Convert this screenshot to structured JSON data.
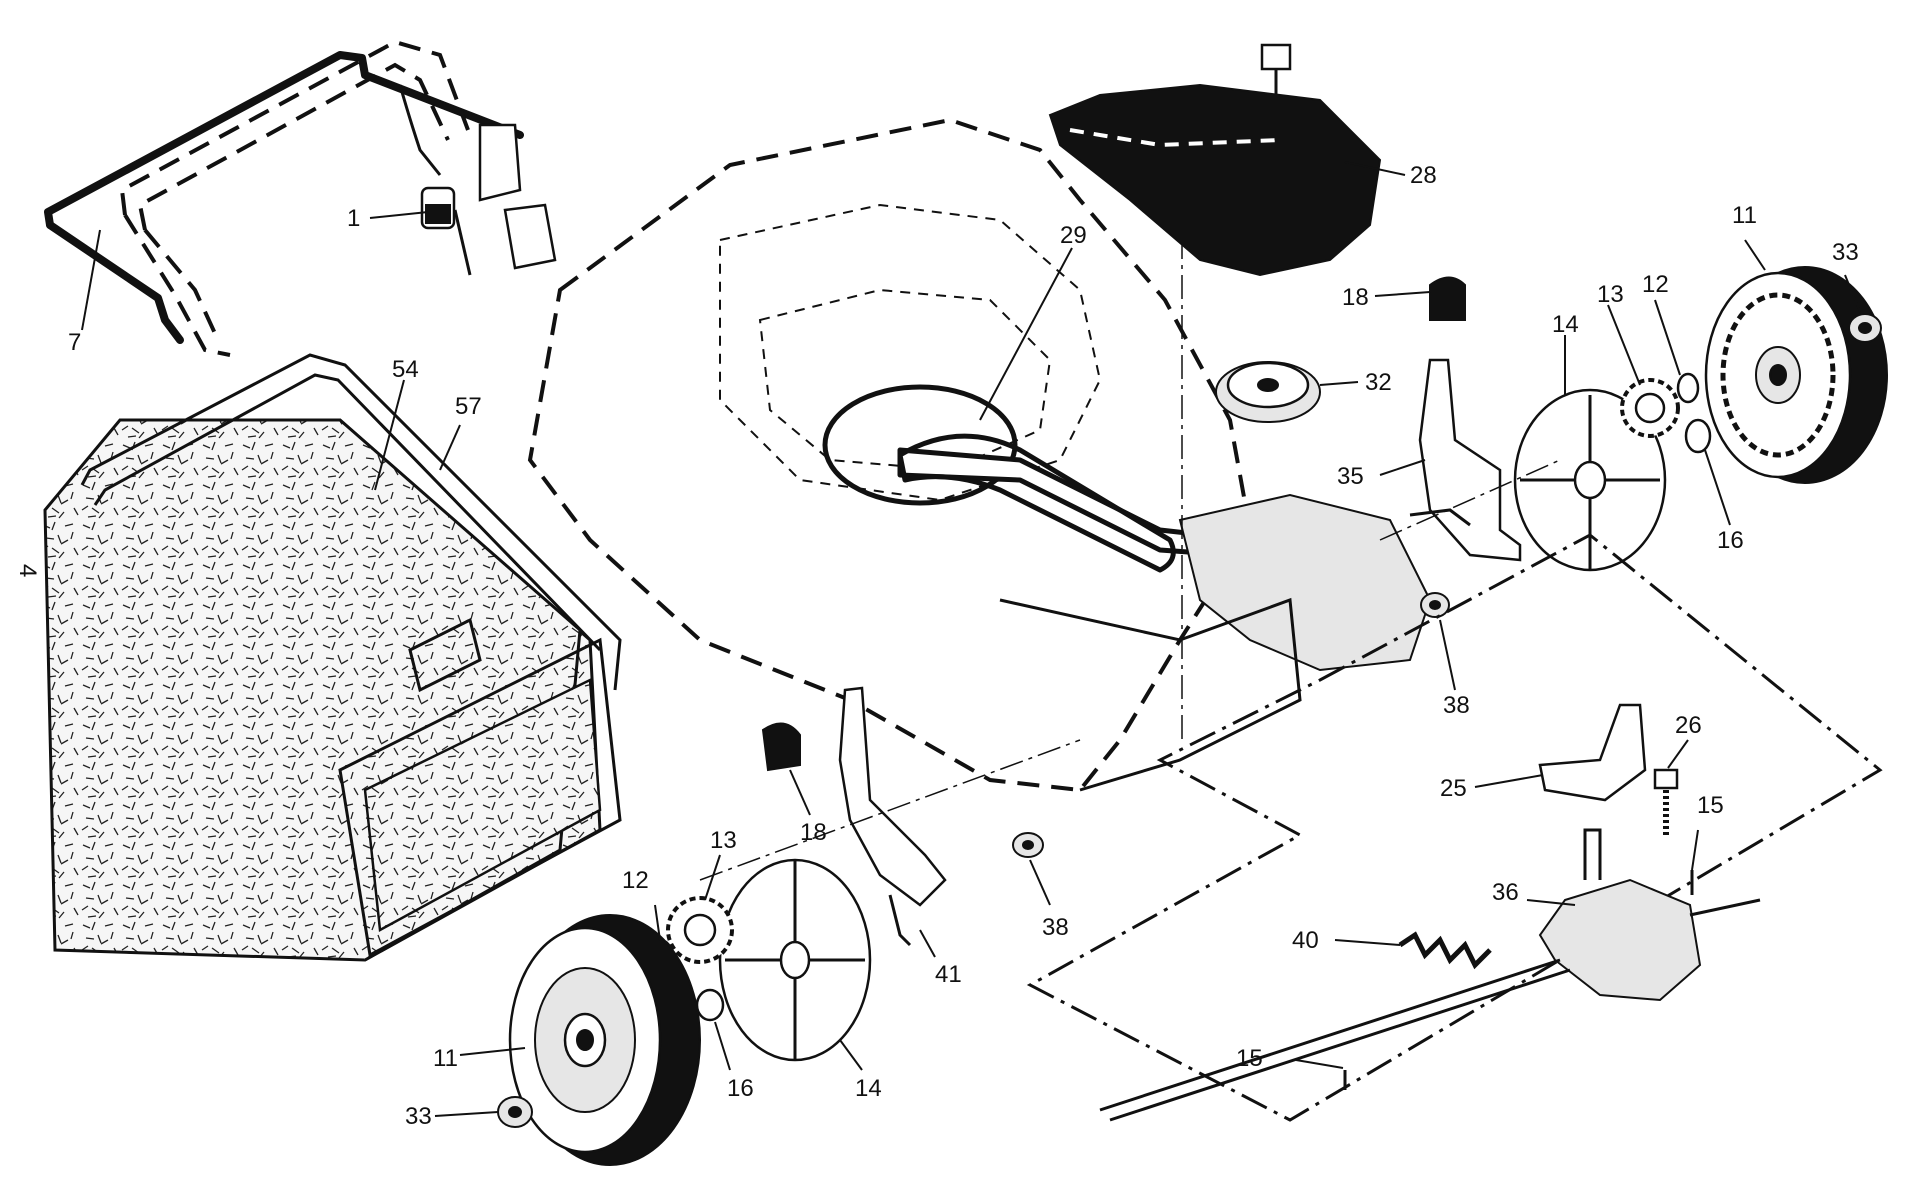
{
  "diagram": {
    "callouts": [
      {
        "id": "c1",
        "text": "1"
      },
      {
        "id": "c7",
        "text": "7"
      },
      {
        "id": "c4",
        "text": "4"
      },
      {
        "id": "c54",
        "text": "54"
      },
      {
        "id": "c57",
        "text": "57"
      },
      {
        "id": "c28",
        "text": "28"
      },
      {
        "id": "c29",
        "text": "29"
      },
      {
        "id": "c18a",
        "text": "18"
      },
      {
        "id": "c32",
        "text": "32"
      },
      {
        "id": "c35",
        "text": "35"
      },
      {
        "id": "c14a",
        "text": "14"
      },
      {
        "id": "c13a",
        "text": "13"
      },
      {
        "id": "c12a",
        "text": "12"
      },
      {
        "id": "c11a",
        "text": "11"
      },
      {
        "id": "c33a",
        "text": "33"
      },
      {
        "id": "c16a",
        "text": "16"
      },
      {
        "id": "c38a",
        "text": "38"
      },
      {
        "id": "c26",
        "text": "26"
      },
      {
        "id": "c25",
        "text": "25"
      },
      {
        "id": "c15a",
        "text": "15"
      },
      {
        "id": "c36",
        "text": "36"
      },
      {
        "id": "c40",
        "text": "40"
      },
      {
        "id": "c15b",
        "text": "15"
      },
      {
        "id": "c18b",
        "text": "18"
      },
      {
        "id": "c13b",
        "text": "13"
      },
      {
        "id": "c12b",
        "text": "12"
      },
      {
        "id": "c41",
        "text": "41"
      },
      {
        "id": "c38b",
        "text": "38"
      },
      {
        "id": "c11b",
        "text": "11"
      },
      {
        "id": "c16b",
        "text": "16"
      },
      {
        "id": "c14b",
        "text": "14"
      },
      {
        "id": "c33b",
        "text": "33"
      }
    ]
  }
}
